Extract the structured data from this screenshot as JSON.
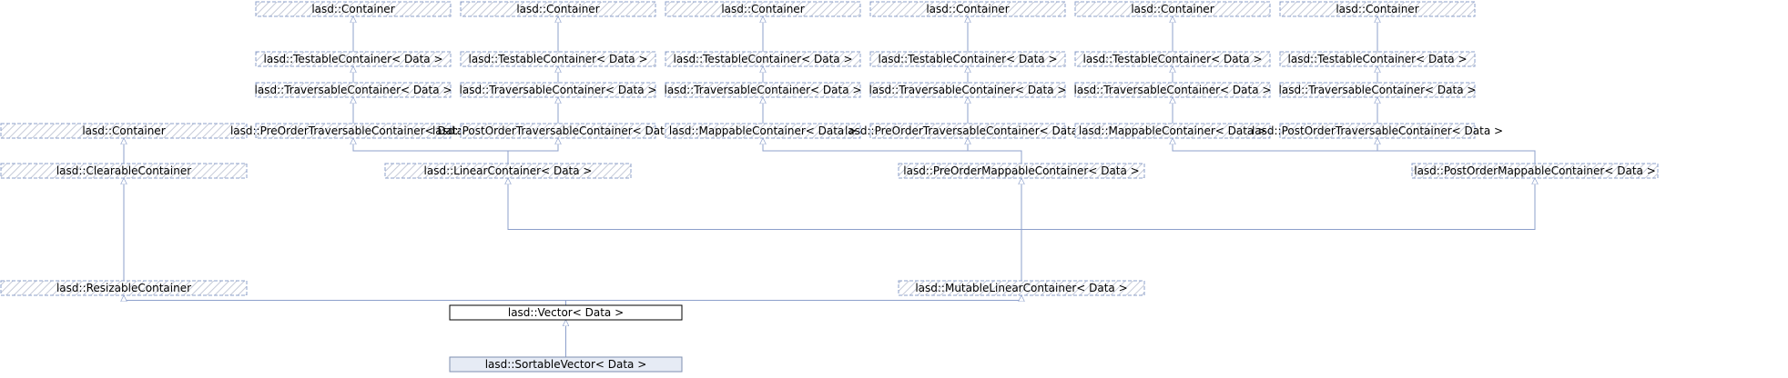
{
  "nodes": [
    {
      "id": "c1",
      "label": "lasd::Container",
      "style": "hatched"
    },
    {
      "id": "c2",
      "label": "lasd::Container",
      "style": "hatched"
    },
    {
      "id": "c3",
      "label": "lasd::Container",
      "style": "hatched"
    },
    {
      "id": "c4",
      "label": "lasd::Container",
      "style": "hatched"
    },
    {
      "id": "c5",
      "label": "lasd::Container",
      "style": "hatched"
    },
    {
      "id": "c6",
      "label": "lasd::Container",
      "style": "hatched"
    },
    {
      "id": "t1",
      "label": "lasd::TestableContainer< Data >",
      "style": "hatched"
    },
    {
      "id": "t2",
      "label": "lasd::TestableContainer< Data >",
      "style": "hatched"
    },
    {
      "id": "t3",
      "label": "lasd::TestableContainer< Data >",
      "style": "hatched"
    },
    {
      "id": "t4",
      "label": "lasd::TestableContainer< Data >",
      "style": "hatched"
    },
    {
      "id": "t5",
      "label": "lasd::TestableContainer< Data >",
      "style": "hatched"
    },
    {
      "id": "t6",
      "label": "lasd::TestableContainer< Data >",
      "style": "hatched"
    },
    {
      "id": "tr1",
      "label": "lasd::TraversableContainer< Data >",
      "style": "hatched"
    },
    {
      "id": "tr2",
      "label": "lasd::TraversableContainer< Data >",
      "style": "hatched"
    },
    {
      "id": "tr3",
      "label": "lasd::TraversableContainer< Data >",
      "style": "hatched"
    },
    {
      "id": "tr4",
      "label": "lasd::TraversableContainer< Data >",
      "style": "hatched"
    },
    {
      "id": "tr5",
      "label": "lasd::TraversableContainer< Data >",
      "style": "hatched"
    },
    {
      "id": "tr6",
      "label": "lasd::TraversableContainer< Data >",
      "style": "hatched"
    },
    {
      "id": "c0",
      "label": "lasd::Container",
      "style": "hatched"
    },
    {
      "id": "pre1",
      "label": "lasd::PreOrderTraversableContainer< Data >",
      "style": "hatched"
    },
    {
      "id": "post1",
      "label": "lasd::PostOrderTraversableContainer< Data >",
      "style": "hatched"
    },
    {
      "id": "map1",
      "label": "lasd::MappableContainer< Data >",
      "style": "hatched"
    },
    {
      "id": "pre2",
      "label": "lasd::PreOrderTraversableContainer< Data >",
      "style": "hatched"
    },
    {
      "id": "map2",
      "label": "lasd::MappableContainer< Data >",
      "style": "hatched"
    },
    {
      "id": "post2",
      "label": "lasd::PostOrderTraversableContainer< Data >",
      "style": "hatched"
    },
    {
      "id": "clr",
      "label": "lasd::ClearableContainer",
      "style": "hatched"
    },
    {
      "id": "lin",
      "label": "lasd::LinearContainer< Data >",
      "style": "hatched"
    },
    {
      "id": "prem",
      "label": "lasd::PreOrderMappableContainer< Data >",
      "style": "hatched"
    },
    {
      "id": "postm",
      "label": "lasd::PostOrderMappableContainer< Data >",
      "style": "hatched"
    },
    {
      "id": "res",
      "label": "lasd::ResizableContainer",
      "style": "hatched"
    },
    {
      "id": "mlin",
      "label": "lasd::MutableLinearContainer< Data >",
      "style": "hatched"
    },
    {
      "id": "vec",
      "label": "lasd::Vector< Data >",
      "style": "plain"
    },
    {
      "id": "svec",
      "label": "lasd::SortableVector< Data >",
      "style": "selected"
    }
  ],
  "edges": [
    [
      "t1",
      "c1"
    ],
    [
      "t2",
      "c2"
    ],
    [
      "t3",
      "c3"
    ],
    [
      "t4",
      "c4"
    ],
    [
      "t5",
      "c5"
    ],
    [
      "t6",
      "c6"
    ],
    [
      "tr1",
      "t1"
    ],
    [
      "tr2",
      "t2"
    ],
    [
      "tr3",
      "t3"
    ],
    [
      "tr4",
      "t4"
    ],
    [
      "tr5",
      "t5"
    ],
    [
      "tr6",
      "t6"
    ],
    [
      "pre1",
      "tr1"
    ],
    [
      "post1",
      "tr2"
    ],
    [
      "map1",
      "tr3"
    ],
    [
      "pre2",
      "tr4"
    ],
    [
      "map2",
      "tr5"
    ],
    [
      "post2",
      "tr6"
    ],
    [
      "clr",
      "c0"
    ],
    [
      "res",
      "clr"
    ],
    [
      "lin",
      "pre1"
    ],
    [
      "lin",
      "post1"
    ],
    [
      "prem",
      "map1"
    ],
    [
      "prem",
      "pre2"
    ],
    [
      "postm",
      "map2"
    ],
    [
      "postm",
      "post2"
    ],
    [
      "mlin",
      "lin"
    ],
    [
      "mlin",
      "prem"
    ],
    [
      "mlin",
      "postm"
    ],
    [
      "vec",
      "res"
    ],
    [
      "vec",
      "mlin"
    ],
    [
      "svec",
      "vec"
    ]
  ],
  "colors": {
    "hatched_border": "#8da0cb",
    "hatch_line": "#c6cbd8",
    "plain_border": "#000000",
    "selected_fill": "#e6ebf5",
    "selected_border": "#7f8fb0",
    "edge": "#8da0cb"
  }
}
